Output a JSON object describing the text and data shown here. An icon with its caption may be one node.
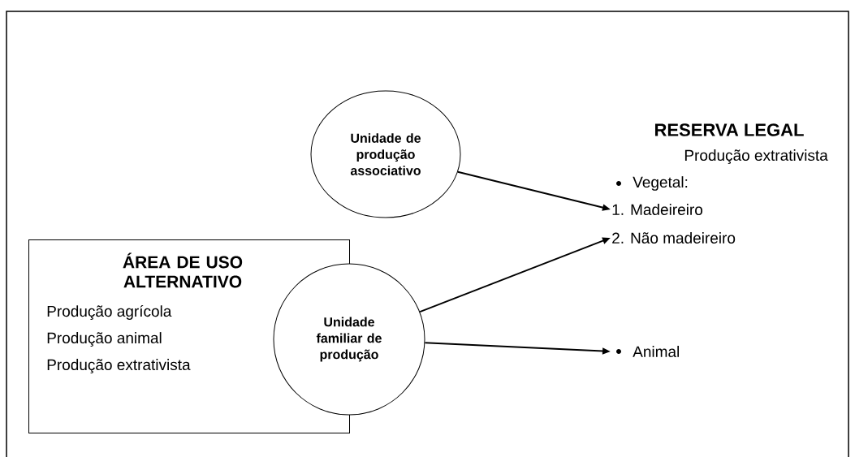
{
  "diagram": {
    "nodes": [
      {
        "text": [
          "ÁREA DE USO ALTERNATIVO",
          "Produção agrícola",
          "Produção animal",
          "Produção extrativista"
        ]
      },
      {
        "text": [
          "Unidade de produção associativo"
        ]
      },
      {
        "text": [
          "Unidade familiar de produção"
        ]
      },
      {
        "text": [
          "1. Madeireiro"
        ]
      },
      {
        "text": [
          "2. Não madeireiro"
        ]
      },
      {
        "text": [
          "Animal"
        ]
      }
    ],
    "edges": [
      {
        "from": 1,
        "to": 3,
        "arrow": "to"
      },
      {
        "from": 2,
        "to": 4,
        "arrow": "to"
      },
      {
        "from": 2,
        "to": 5,
        "arrow": "to"
      }
    ],
    "labels": [
      "RESERVA LEGAL",
      "Produção extrativista",
      "Vegetal:"
    ]
  }
}
